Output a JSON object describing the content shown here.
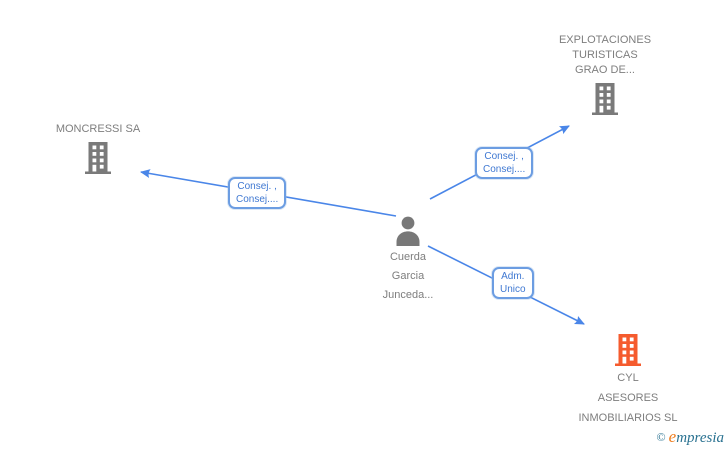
{
  "colors": {
    "edge-blue": "#4a86e8",
    "edge-label-border": "#6c9de2",
    "edge-label-text": "#3f78d2",
    "node-label-gray": "#7e7e7e",
    "building-gray": "#7a7a7a",
    "building-orange": "#f55b2e",
    "person-gray": "#787878",
    "brand-teal": "#2a7291",
    "brand-orange": "#ee7d1e"
  },
  "nodes": {
    "moncressi": {
      "line1": "MONCRESSI SA"
    },
    "explotaciones": {
      "line1": "EXPLOTACIONES",
      "line2": "TURISTICAS",
      "line3": "GRAO DE..."
    },
    "person": {
      "line1": "Cuerda",
      "line2": "Garcia",
      "line3": "Junceda..."
    },
    "cyl": {
      "line1": "CYL",
      "line2": "ASESORES",
      "line3": "INMOBILIARIOS SL"
    }
  },
  "edge_labels": {
    "moncressi": {
      "line1": "Consej. ,",
      "line2": "Consej...."
    },
    "explotaciones": {
      "line1": "Consej. ,",
      "line2": "Consej...."
    },
    "cyl": {
      "line1": "Adm.",
      "line2": "Unico"
    }
  },
  "footer": {
    "copyright": "©",
    "brand_initial": "e",
    "brand_rest": "mpresia"
  }
}
